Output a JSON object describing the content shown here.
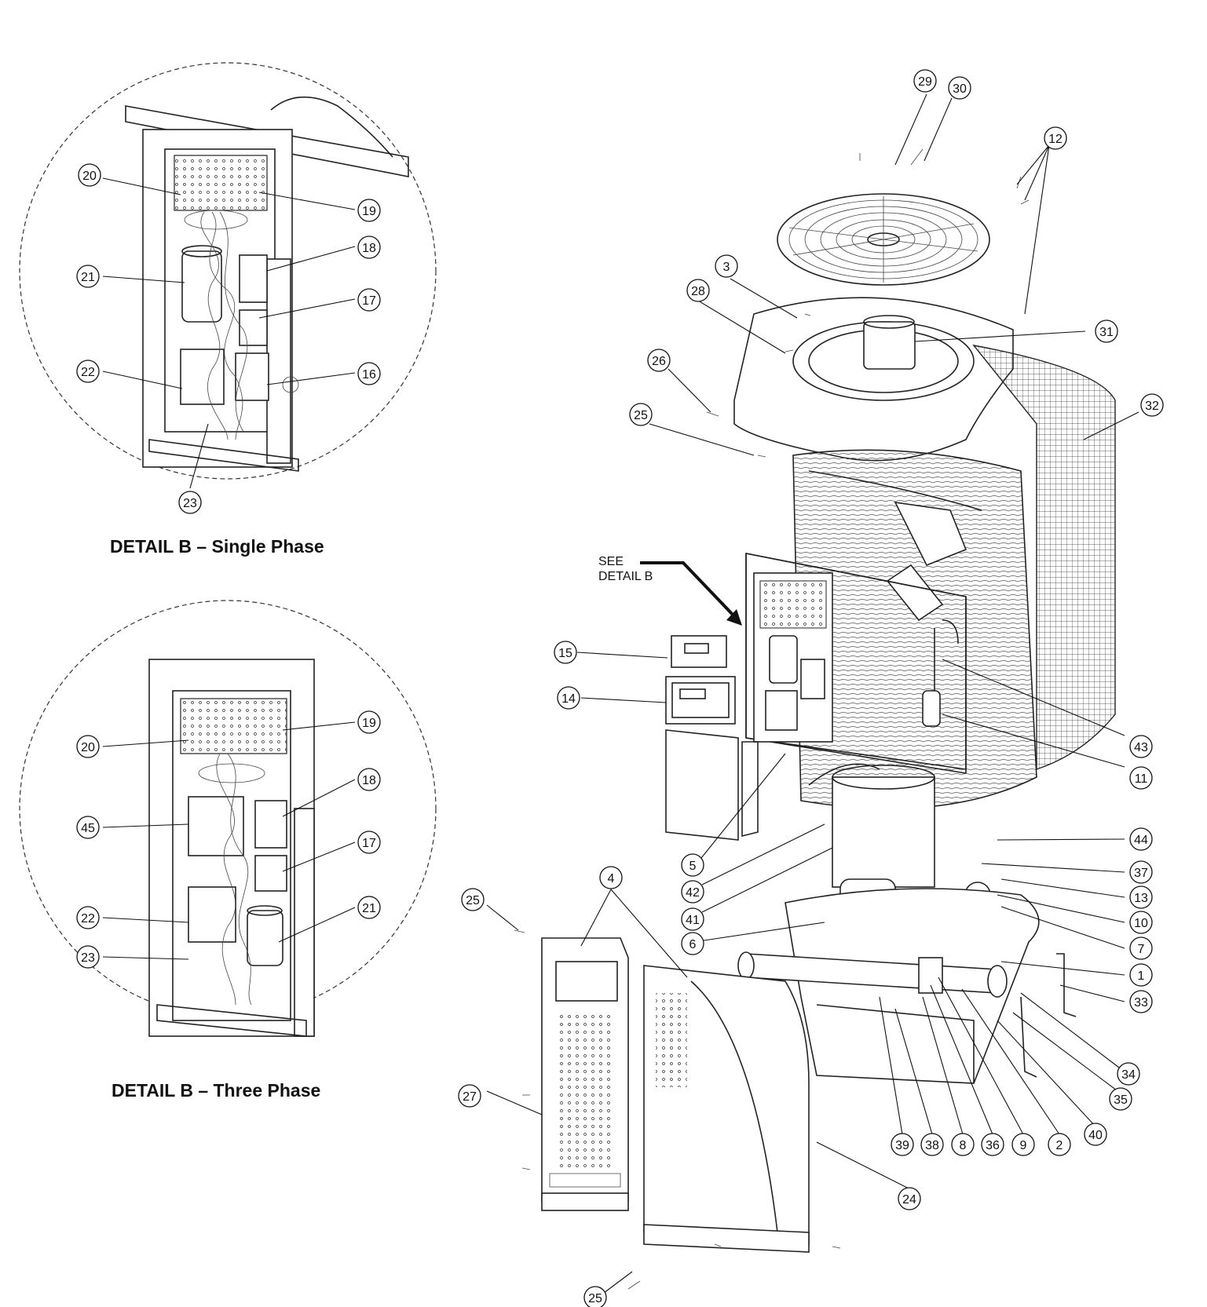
{
  "captions": {
    "single_phase": "DETAIL B – Single Phase",
    "three_phase": "DETAIL B – Three Phase"
  },
  "note": {
    "line1": "SEE",
    "line2": "DETAIL B"
  },
  "callouts": [
    "29",
    "30",
    "12",
    "3",
    "28",
    "31",
    "26",
    "32",
    "25",
    "15",
    "14",
    "43",
    "11",
    "5",
    "44",
    "42",
    "37",
    "41",
    "13",
    "10",
    "6",
    "7",
    "1",
    "33",
    "4",
    "25",
    "34",
    "35",
    "27",
    "40",
    "39",
    "38",
    "8",
    "36",
    "9",
    "2",
    "24",
    "25",
    "20",
    "19",
    "18",
    "21",
    "17",
    "22",
    "16",
    "23",
    "20",
    "19",
    "18",
    "45",
    "17",
    "22",
    "21",
    "23"
  ]
}
